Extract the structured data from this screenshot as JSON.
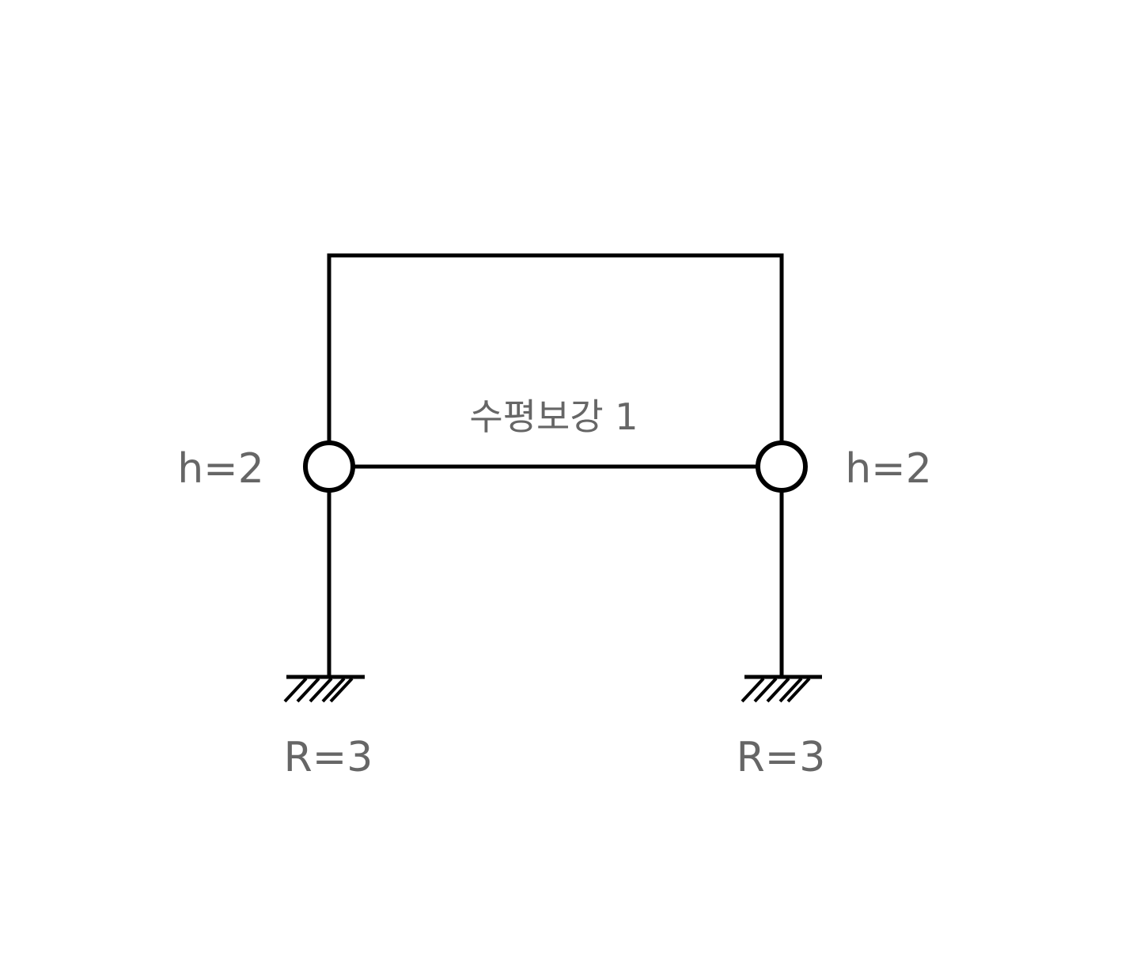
{
  "diagram": {
    "brace_label": "수평보강 1",
    "left_hinge_label": "h=2",
    "right_hinge_label": "h=2",
    "left_support_label": "R=3",
    "right_support_label": "R=3"
  },
  "colors": {
    "stroke": "#000000",
    "label": "#666666",
    "background": "#ffffff"
  }
}
